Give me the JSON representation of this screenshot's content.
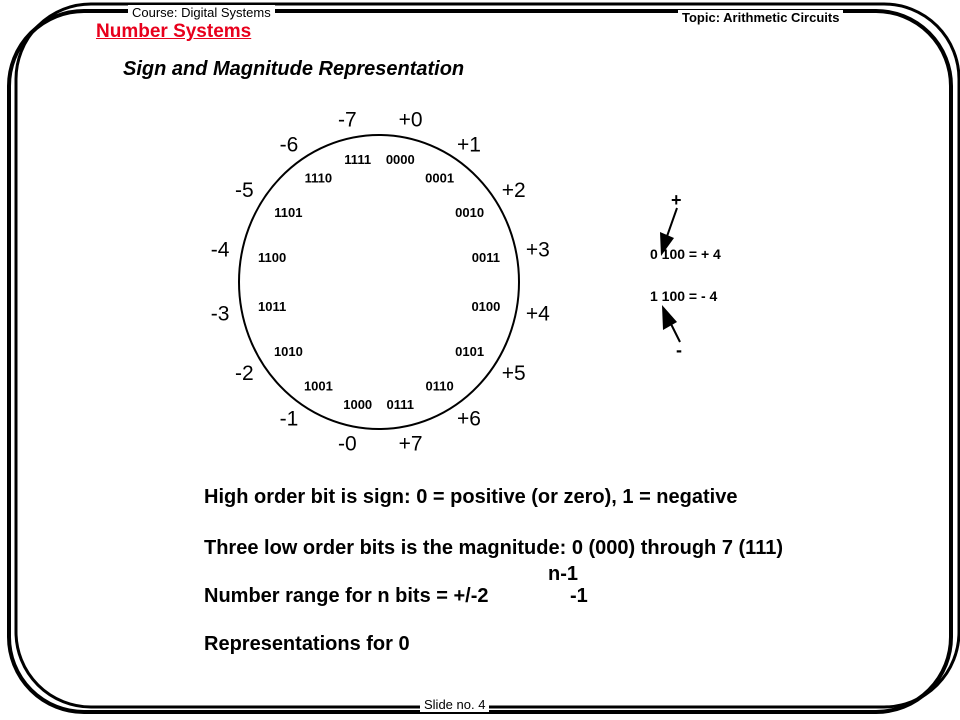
{
  "header": {
    "course": "Course: Digital Systems",
    "topic": "Topic: Arithmetic Circuits",
    "section": "Number Systems",
    "subtitle": "Sign and Magnitude Representation"
  },
  "footer": {
    "slide_no": "Slide no. 4"
  },
  "wheel": {
    "items": [
      {
        "value": "+0",
        "code": "0000"
      },
      {
        "value": "+1",
        "code": "0001"
      },
      {
        "value": "+2",
        "code": "0010"
      },
      {
        "value": "+3",
        "code": "0011"
      },
      {
        "value": "+4",
        "code": "0100"
      },
      {
        "value": "+5",
        "code": "0101"
      },
      {
        "value": "+6",
        "code": "0110"
      },
      {
        "value": "+7",
        "code": "0111"
      },
      {
        "value": "-0",
        "code": "1000"
      },
      {
        "value": "-1",
        "code": "1001"
      },
      {
        "value": "-2",
        "code": "1010"
      },
      {
        "value": "-3",
        "code": "1011"
      },
      {
        "value": "-4",
        "code": "1100"
      },
      {
        "value": "-5",
        "code": "1101"
      },
      {
        "value": "-6",
        "code": "1110"
      },
      {
        "value": "-7",
        "code": "1111"
      }
    ]
  },
  "example": {
    "plus_sign": "+",
    "minus_sign": "-",
    "pos_line": "0 100 = + 4",
    "neg_line": "1 100 = - 4"
  },
  "body": {
    "line1": "High order bit is sign: 0 = positive (or zero), 1 = negative",
    "line2": "Three low order bits is the magnitude: 0 (000) through 7 (111)",
    "line3": "Number range for n bits = +/-2",
    "line3_exponent": "n-1",
    "line3_suffix": "-1",
    "line4": "Representations for 0"
  }
}
